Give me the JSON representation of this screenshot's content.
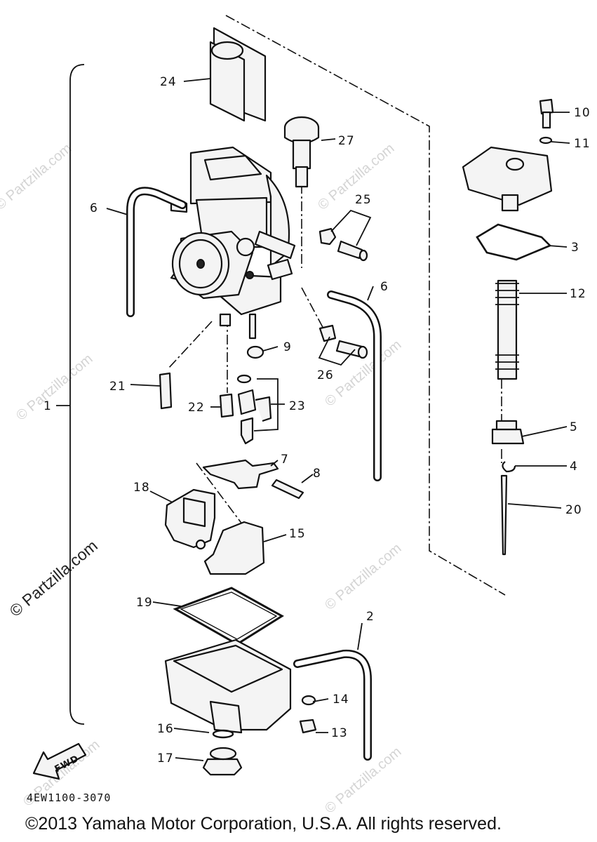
{
  "diagram_code": "4EW1100-3070",
  "copyright": "©2013 Yamaha Motor Corporation, U.S.A. All rights reserved.",
  "watermark_text": "© Partzilla.com",
  "fwd_label": "FWD",
  "callouts": {
    "c1": "1",
    "c2": "2",
    "c3": "3",
    "c4": "4",
    "c5": "5",
    "c6a": "6",
    "c6b": "6",
    "c7": "7",
    "c8": "8",
    "c9": "9",
    "c10": "10",
    "c11": "11",
    "c12": "12",
    "c13": "13",
    "c14": "14",
    "c15": "15",
    "c16": "16",
    "c17": "17",
    "c18": "18",
    "c19": "19",
    "c20": "20",
    "c21": "21",
    "c22": "22",
    "c23": "23",
    "c24": "24",
    "c25": "25",
    "c26": "26",
    "c27": "27"
  }
}
